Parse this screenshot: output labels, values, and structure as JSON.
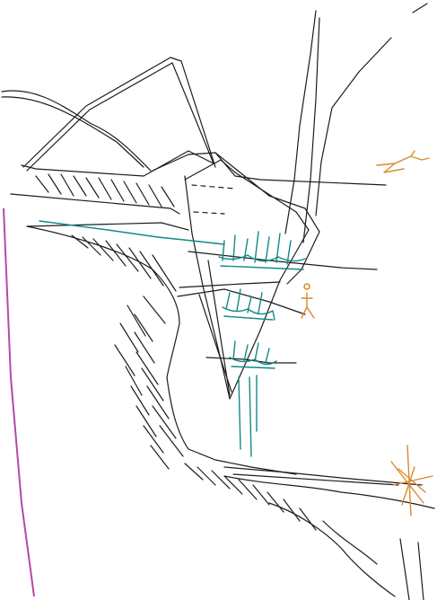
{
  "sketch": {
    "colors": {
      "paper": "#ffffff",
      "ink": "#1c1c1c",
      "teal": "#0f8a86",
      "orange": "#d98a2b",
      "margin": "#b24aa6"
    },
    "figures": [
      "bird-glyph",
      "person-glyph",
      "sun-glyph"
    ]
  }
}
